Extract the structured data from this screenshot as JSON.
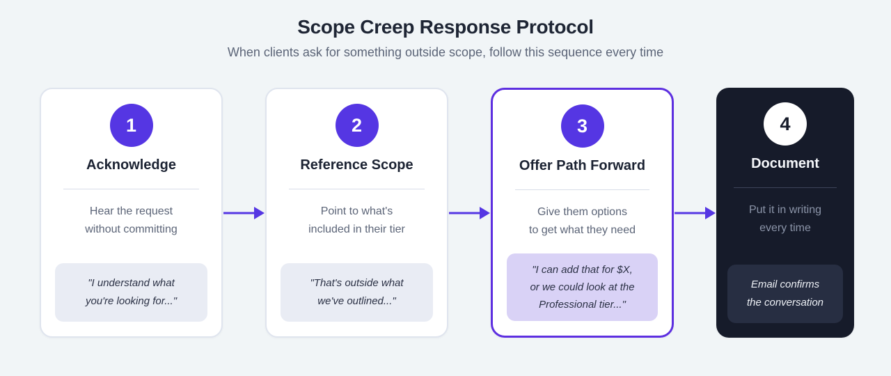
{
  "header": {
    "title": "Scope Creep Response Protocol",
    "subtitle": "When clients ask for something outside scope, follow this sequence every time"
  },
  "steps": [
    {
      "number": "1",
      "title": "Acknowledge",
      "description": "Hear the request\nwithout committing",
      "quote": "\"I understand what\nyou're looking for...\"",
      "variant": "light"
    },
    {
      "number": "2",
      "title": "Reference Scope",
      "description": "Point to what's\nincluded in their tier",
      "quote": "\"That's outside what\nwe've outlined...\"",
      "variant": "light"
    },
    {
      "number": "3",
      "title": "Offer Path Forward",
      "description": "Give them options\nto get what they need",
      "quote": "\"I can add that for $X,\nor we could look at the\nProfessional tier...\"",
      "variant": "highlighted"
    },
    {
      "number": "4",
      "title": "Document",
      "description": "Put it in writing\nevery time",
      "quote": "Email confirms\nthe conversation",
      "variant": "dark"
    }
  ],
  "colors": {
    "background": "#f1f5f7",
    "accent": "#5536e3",
    "title": "#1e2534",
    "muted_text": "#5b6477",
    "card_border": "#dfe4ee",
    "highlight_border": "#5d2fe0",
    "dark_card": "#161b2a",
    "quote_bg_light": "#e9ecf4",
    "quote_bg_lavender": "#d9d2f6",
    "quote_bg_dark": "#272e42"
  }
}
